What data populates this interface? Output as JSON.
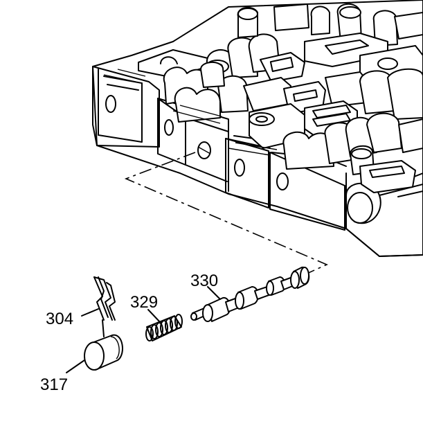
{
  "callouts": [
    {
      "id": "304",
      "text": "304"
    },
    {
      "id": "317",
      "text": "317"
    },
    {
      "id": "329",
      "text": "329"
    },
    {
      "id": "330",
      "text": "330"
    }
  ],
  "colors": {
    "line": "#000000",
    "fill": "#ffffff"
  }
}
